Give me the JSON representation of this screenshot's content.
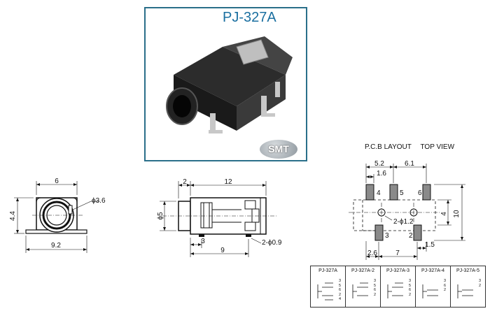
{
  "product": {
    "model": "PJ-327A",
    "badge": "SMT"
  },
  "front_view": {
    "width_dim": "6",
    "height_dim": "4.4",
    "base_dim": "9.2",
    "hole_dim": "ϕ3.6"
  },
  "side_view": {
    "dim_top_left": "2",
    "dim_top_total": "12",
    "dim_height": "ϕ5",
    "dim_bottom_left": "3",
    "dim_bottom_total": "9",
    "dim_pin": "2-ϕ0.9"
  },
  "pcb": {
    "title": "P.C.B LAYOUT",
    "view": "TOP VIEW",
    "dims": {
      "d_5_2": "5.2",
      "d_6_1": "6.1",
      "d_1_6": "1.6",
      "d_4_height": "4",
      "d_10": "10",
      "d_holes": "2-ϕ1.2",
      "d_2_6": "2.6",
      "d_7": "7",
      "d_1_5": "1.5"
    },
    "pad_labels": [
      "4",
      "5",
      "6",
      "3",
      "2"
    ]
  },
  "variants": [
    {
      "name": "PJ-327A",
      "pins": [
        "3",
        "5",
        "6",
        "2",
        "4"
      ]
    },
    {
      "name": "PJ-327A-2",
      "pins": [
        "3",
        "5",
        "6",
        "2"
      ]
    },
    {
      "name": "PJ-327A-3",
      "pins": [
        "3",
        "5",
        "6",
        "2"
      ]
    },
    {
      "name": "PJ-327A-4",
      "pins": [
        "3",
        "6",
        "2"
      ]
    },
    {
      "name": "PJ-327A-5",
      "pins": [
        "3",
        "2"
      ]
    }
  ]
}
